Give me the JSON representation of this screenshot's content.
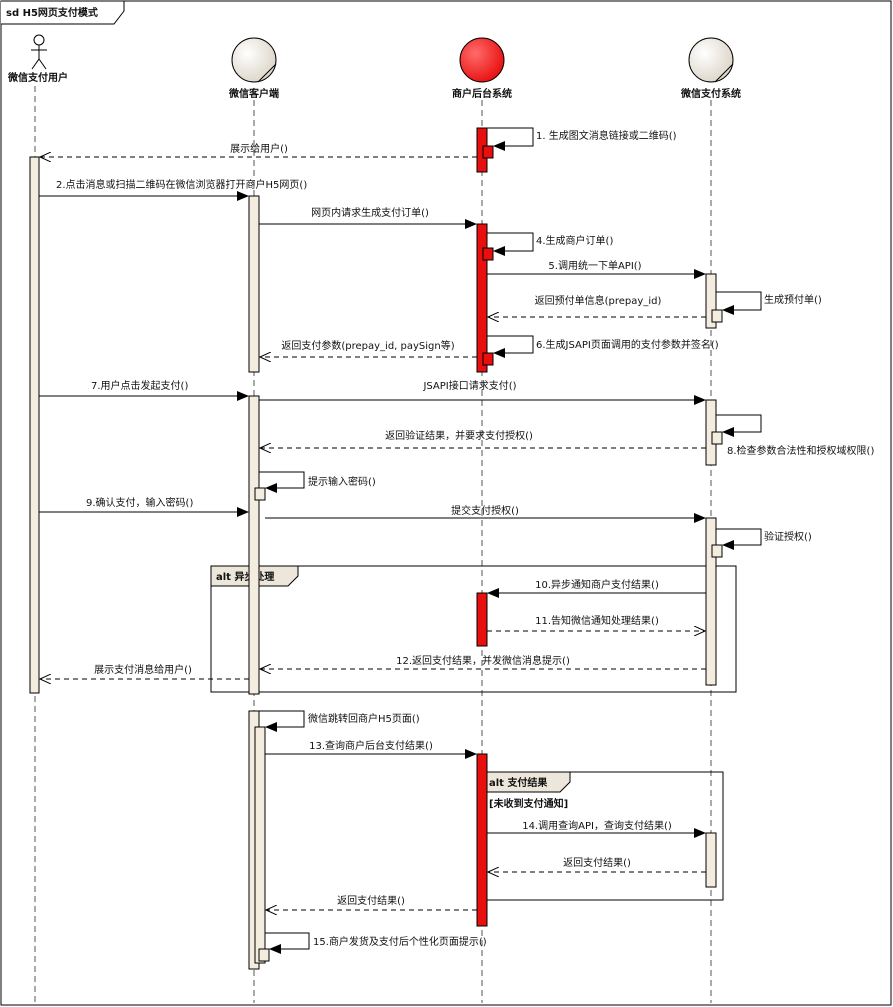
{
  "frame": {
    "title": "sd H5网页支付模式"
  },
  "participants": [
    {
      "id": "user",
      "name": "微信支付用户",
      "kind": "actor",
      "color": "#f1ece5"
    },
    {
      "id": "client",
      "name": "微信客户端",
      "kind": "entity",
      "color": "#ece7dc"
    },
    {
      "id": "merchant",
      "name": "商户后台系统",
      "kind": "entity",
      "color": "#e8100f"
    },
    {
      "id": "wxpay",
      "name": "微信支付系统",
      "kind": "entity",
      "color": "#ece7dc"
    }
  ],
  "messages": [
    {
      "text": "1. 生成图文消息链接或二维码()"
    },
    {
      "text": "展示给用户()"
    },
    {
      "text": "2.点击消息或扫描二维码在微信浏览器打开商户H5网页()"
    },
    {
      "text": "网页内请求生成支付订单()"
    },
    {
      "text": "4.生成商户订单()"
    },
    {
      "text": "5.调用统一下单API()"
    },
    {
      "text": "返回预付单信息(prepay_id)"
    },
    {
      "text": "生成预付单()"
    },
    {
      "text": "6.生成JSAPI页面调用的支付参数并签名()"
    },
    {
      "text": "返回支付参数(prepay_id, paySign等)"
    },
    {
      "text": "7.用户点击发起支付()"
    },
    {
      "text": "JSAPI接口请求支付()"
    },
    {
      "text": "返回验证结果，并要求支付授权()"
    },
    {
      "text": "8.检查参数合法性和授权域权限()"
    },
    {
      "text": "提示输入密码()"
    },
    {
      "text": "9.确认支付，输入密码()"
    },
    {
      "text": "提交支付授权()"
    },
    {
      "text": "验证授权()"
    },
    {
      "text": "10.异步通知商户支付结果()"
    },
    {
      "text": "11.告知微信通知处理结果()"
    },
    {
      "text": "12.返回支付结果，并发微信消息提示()"
    },
    {
      "text": "展示支付消息给用户()"
    },
    {
      "text": "微信跳转回商户H5页面()"
    },
    {
      "text": "13.查询商户后台支付结果()"
    },
    {
      "text": "14.调用查询API，查询支付结果()"
    },
    {
      "text": "返回支付结果()"
    },
    {
      "text": "返回支付结果()"
    },
    {
      "text": "15.商户发货及支付后个性化页面提示()"
    }
  ],
  "fragments": [
    {
      "title": "alt 异步处理",
      "guard": ""
    },
    {
      "title": "alt 支付结果",
      "guard": "[未收到支付通知]"
    }
  ],
  "colors": {
    "activation": "#f5ece0",
    "activation_red": "#e8100f",
    "line": "#000000"
  }
}
